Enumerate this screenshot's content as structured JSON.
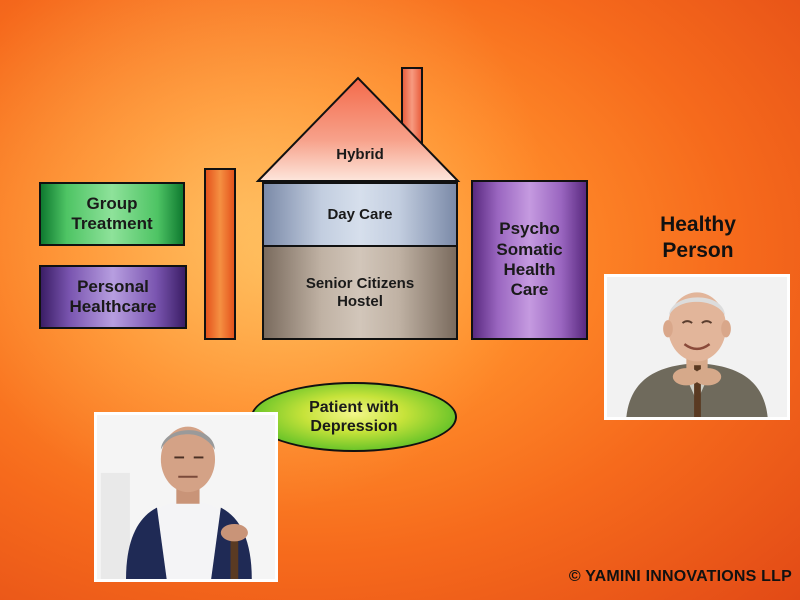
{
  "diagram": {
    "hybrid": "Hybrid",
    "day_care": "Day Care",
    "senior_hostel_line1": "Senior Citizens",
    "senior_hostel_line2": "Hostel",
    "group_treatment_line1": "Group",
    "group_treatment_line2": "Treatment",
    "personal_healthcare_line1": "Personal",
    "personal_healthcare_line2": "Healthcare",
    "psycho_line1": "Psycho",
    "psycho_line2": "Somatic",
    "psycho_line3": "Health",
    "psycho_line4": "Care",
    "patient_line1": "Patient with",
    "patient_line2": "Depression",
    "healthy_line1": "Healthy",
    "healthy_line2": "Person"
  },
  "footer": {
    "copyright": "© YAMINI INNOVATIONS LLP"
  },
  "colors": {
    "background": "#ff8c2a",
    "group_treatment": "#4ec464",
    "personal_healthcare": "#7a55b0",
    "psycho_somatic": "#9a66c0",
    "day_care": "#c3cee0",
    "senior_hostel": "#c0b2a4",
    "hybrid_roof": "#f5a08a",
    "patient_ellipse": "#8fd13a"
  },
  "images": {
    "healthy_person": "elderly-smiling-man-photo",
    "patient": "pensive-elderly-man-photo"
  }
}
